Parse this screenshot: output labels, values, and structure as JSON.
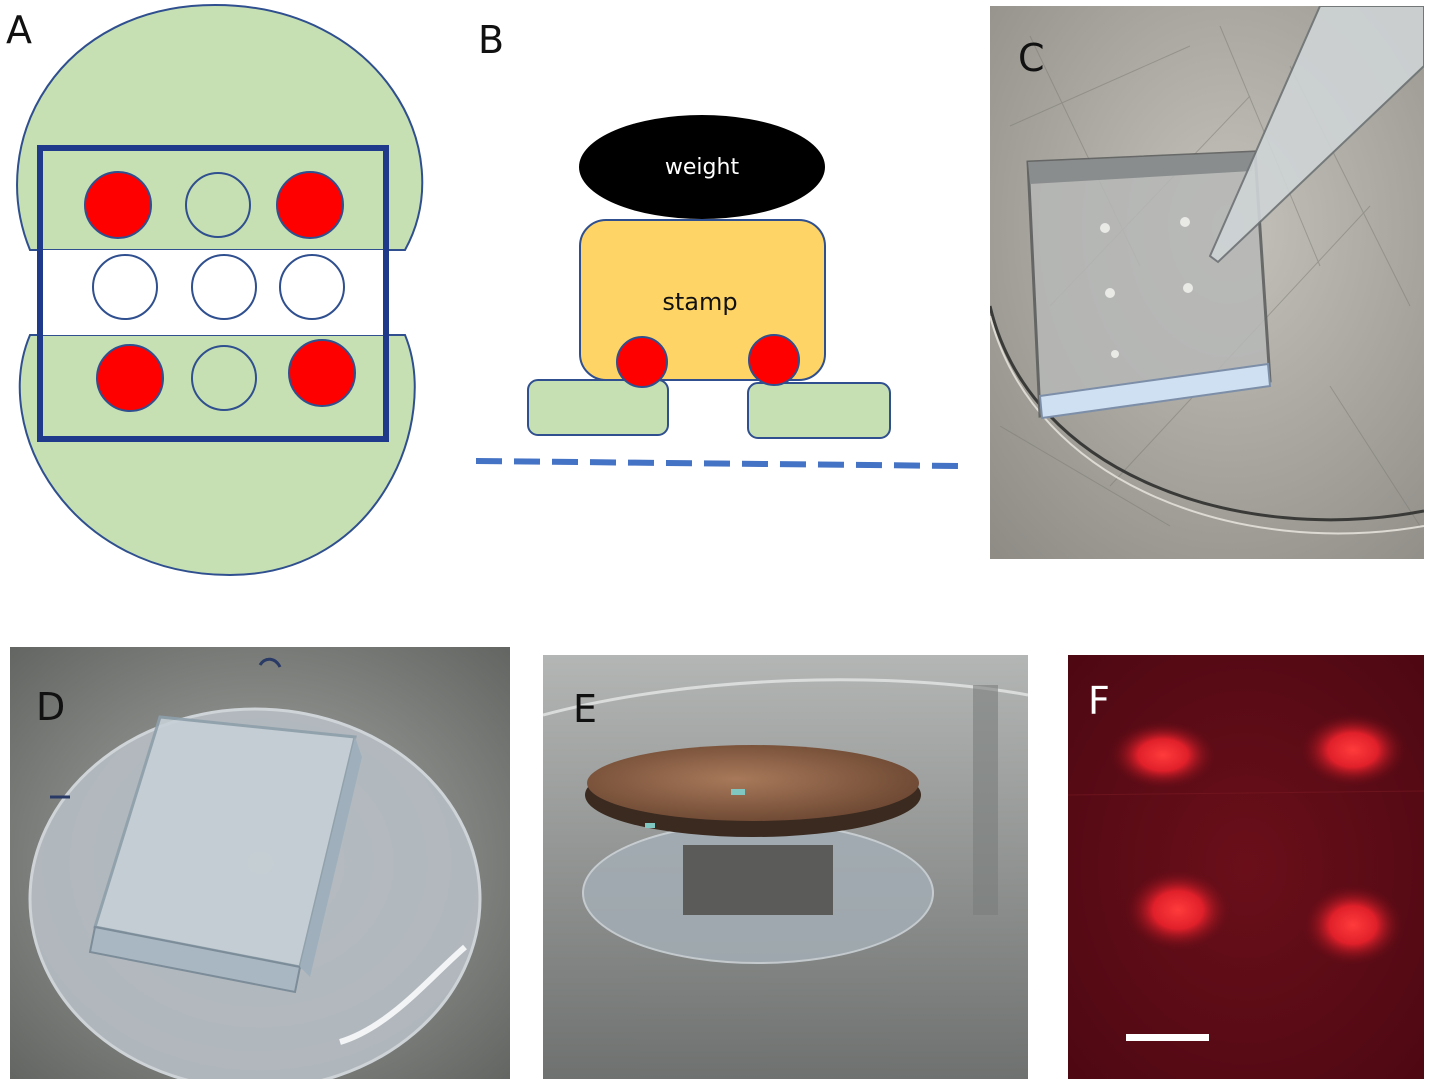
{
  "panels": {
    "a": {
      "label": "A"
    },
    "b": {
      "label": "B",
      "weight_label": "weight",
      "stamp_label": "stamp"
    },
    "c": {
      "label": "C"
    },
    "d": {
      "label": "D"
    },
    "e": {
      "label": "E"
    },
    "f": {
      "label": "F"
    }
  },
  "colors": {
    "green_fill": "#c6e0b4",
    "outline_blue": "#2f4f8f",
    "frame_blue": "#1f3a8a",
    "red_dot": "#ff0000",
    "stamp_yellow": "#ffd466",
    "weight_black": "#000000",
    "baseline_blue": "#4472c4",
    "fluorescence_bg": "#5a0a14",
    "fluorescence_spot": "#ff2b2b"
  }
}
